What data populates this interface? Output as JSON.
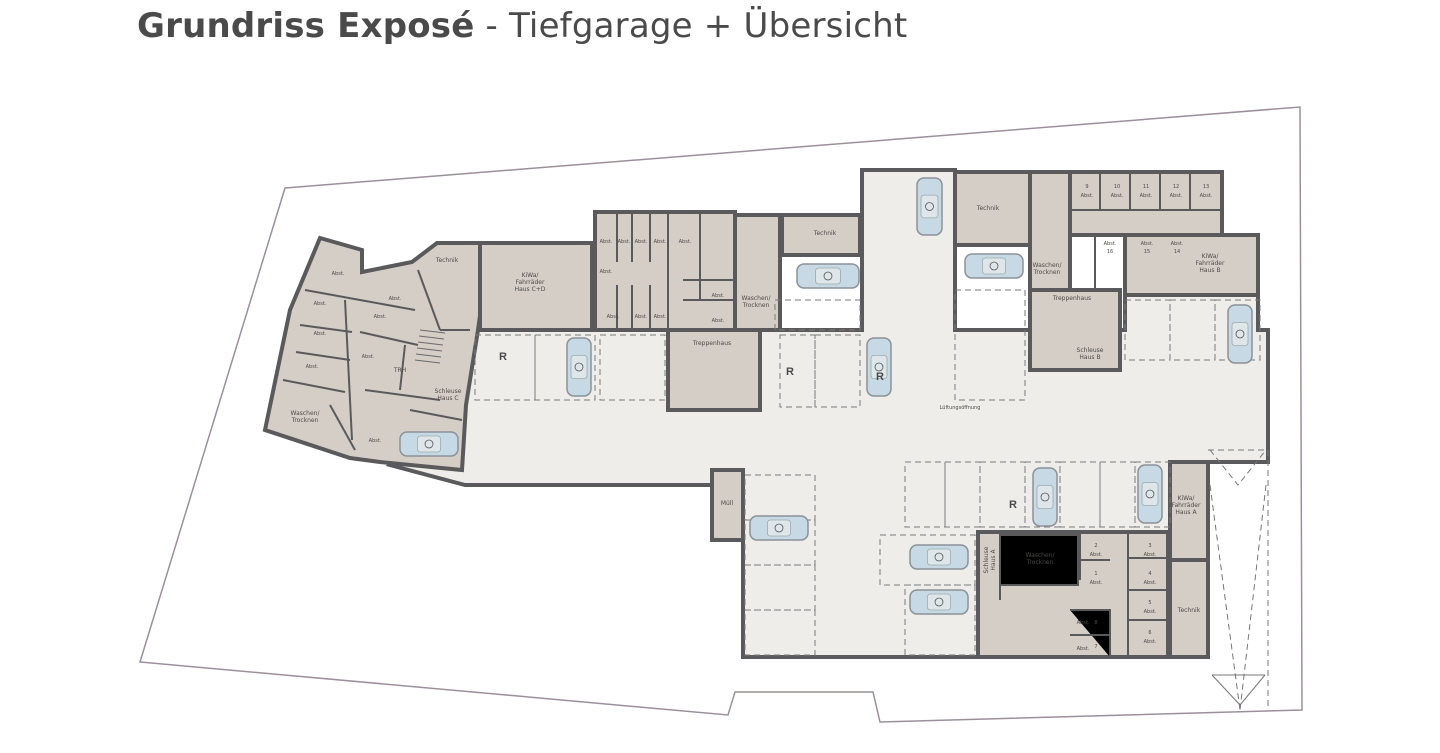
{
  "title": {
    "bold": "Grundriss Exposé",
    "rest": " - Tiefgarage + Übersicht"
  },
  "colors": {
    "wall": "#5a5a5c",
    "room": "#d5cec6",
    "garage_floor": "#eeedea",
    "car": "#c6d9e4",
    "site_boundary": "#9c8f9c",
    "text": "#4a4a4a"
  },
  "rooms": {
    "technik": "Technik",
    "kiwa_cd": [
      "KiWa/",
      "Fahrräder",
      "Haus C+D"
    ],
    "kiwa_b": [
      "KiWa/",
      "Fahrräder",
      "Haus B"
    ],
    "kiwa_a": [
      "KiWa/",
      "Fahrräder",
      "Haus A"
    ],
    "waschen": [
      "Waschen/",
      "Trocknen"
    ],
    "treppenhaus": "Treppenhaus",
    "trh": "TRH",
    "schleuse_c": [
      "Schleuse",
      "Haus C"
    ],
    "schleuse_b": [
      "Schleuse",
      "Haus B"
    ],
    "schleuse_a": [
      "Schleuse",
      "Haus A"
    ],
    "muell": "Müll",
    "abst": "Abst.",
    "lueftung": "Lüftungsöffnung"
  },
  "storage_numbers_house_a": [
    "1",
    "2",
    "3",
    "4",
    "5",
    "6",
    "7",
    "8"
  ],
  "storage_numbers_house_b": [
    "9",
    "10",
    "11",
    "12",
    "13",
    "14",
    "15",
    "16"
  ],
  "reserved_marker": "R"
}
